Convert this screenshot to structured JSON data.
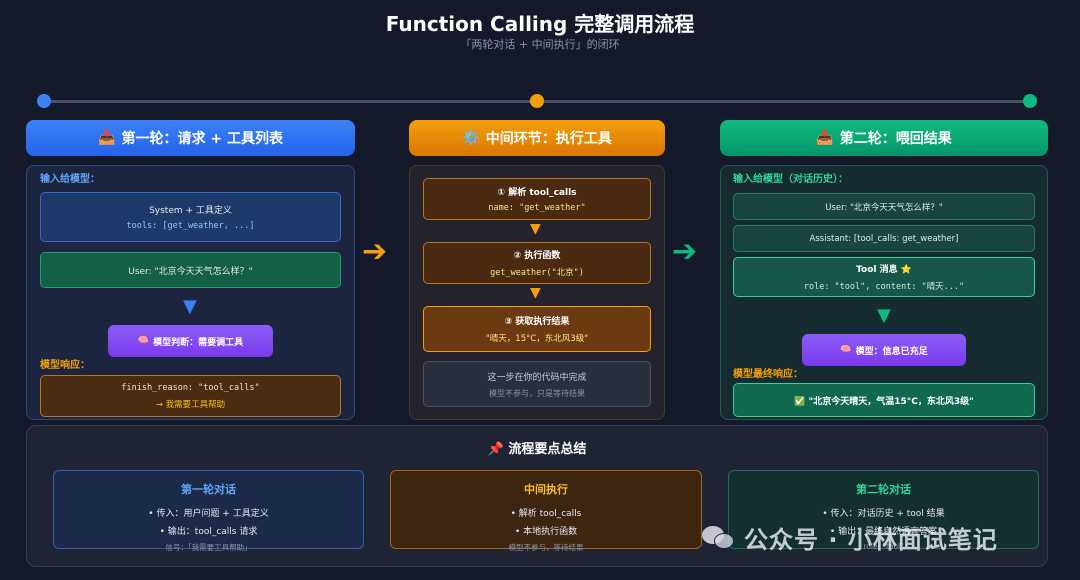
{
  "title": "Function Calling 完整调用流程",
  "subtitle": "「两轮对话 + 中间执行」的闭环",
  "colors": {
    "blue": "#3b82f6",
    "orange": "#f59e0b",
    "green": "#10b981",
    "purple": "#8b5cf6"
  },
  "columns": [
    {
      "icon": "📥",
      "title": "第一轮：请求 + 工具列表"
    },
    {
      "icon": "⚙️",
      "title": "中间环节：执行工具"
    },
    {
      "icon": "📥",
      "title": "第二轮：喂回结果"
    }
  ],
  "col1": {
    "input_label": "输入给模型：",
    "system_title": "System + 工具定义",
    "system_code": "tools: [get_weather, ...]",
    "user_msg": "User: \"北京今天天气怎么样？\"",
    "judge_icon": "🧠",
    "judge_text": "模型判断：需要调工具",
    "response_label": "模型响应：",
    "response_code": "finish_reason: \"tool_calls\"",
    "response_note": "→ 我需要工具帮助"
  },
  "col2": {
    "step1_title": "① 解析 tool_calls",
    "step1_code": "name: \"get_weather\"",
    "step2_title": "② 执行函数",
    "step2_code": "get_weather(\"北京\")",
    "step3_title": "③ 获取执行结果",
    "step3_code": "\"晴天，15°C，东北风3级\"",
    "note_main": "这一步在你的代码中完成",
    "note_sub": "模型不参与，只是等待结果"
  },
  "col3": {
    "input_label": "输入给模型（对话历史）：",
    "user_msg": "User: \"北京今天天气怎么样？\"",
    "assistant_msg": "Assistant: [tool_calls: get_weather]",
    "tool_title": "Tool 消息 ⭐",
    "tool_code": "role: \"tool\", content: \"晴天...\"",
    "model_icon": "🧠",
    "model_text": "模型：信息已充足",
    "final_label": "模型最终响应：",
    "final_text": "✅ \"北京今天晴天，气温15°C，东北风3级\""
  },
  "summary": {
    "icon": "📌",
    "title": "流程要点总结",
    "cards": [
      {
        "head": "第一轮对话",
        "line1": "• 传入：用户问题 + 工具定义",
        "line2": "• 输出：tool_calls 请求",
        "note": "信号：「我需要工具帮助」"
      },
      {
        "head": "中间执行",
        "line1": "• 解析 tool_calls",
        "line2": "• 本地执行函数",
        "note": "模型不参与，等待结果"
      },
      {
        "head": "第二轮对话",
        "line1": "• 传入：对话历史 + tool 结果",
        "line2": "• 输出：最终自然语言答案",
        "note": "role: \"tool\""
      }
    ]
  },
  "watermark": "公众号 · 小林面试笔记"
}
